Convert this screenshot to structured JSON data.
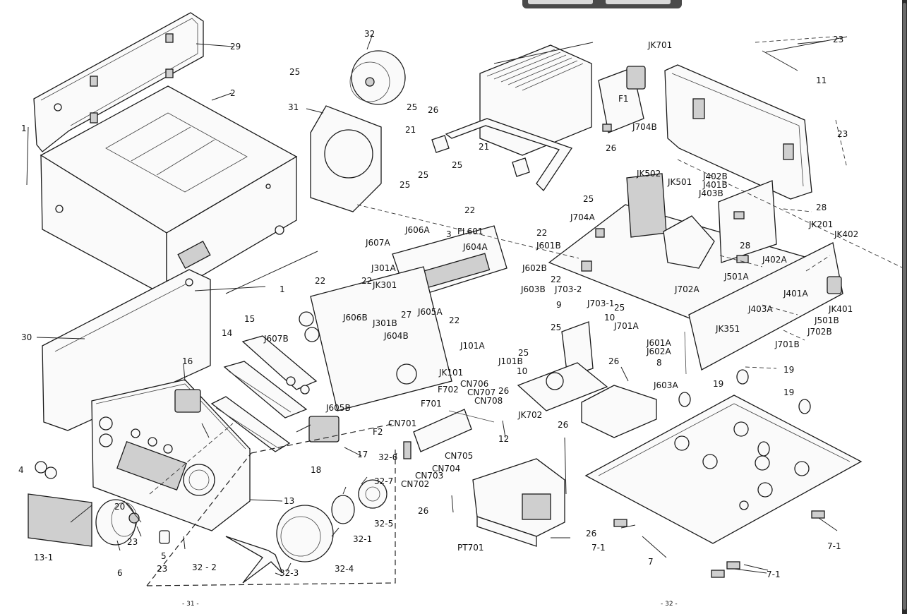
{
  "viewer": {
    "prev_button": "",
    "next_button": ""
  },
  "pages": {
    "left": "- 31 -",
    "right": "- 32 -"
  },
  "labels": {
    "p1": "1",
    "p1b": "1",
    "p2": "2",
    "p3": "3",
    "p4": "4",
    "p5": "5",
    "p6": "6",
    "p7": "7",
    "p7_1a": "7-1",
    "p7_1b": "7-1",
    "p7_1c": "7-1",
    "p8": "8",
    "p9": "9",
    "p10a": "10",
    "p10b": "10",
    "p11": "11",
    "p12": "12",
    "p13": "13",
    "p13_1": "13-1",
    "p14": "14",
    "p15": "15",
    "p16": "16",
    "p17": "17",
    "p18": "18",
    "p19a": "19",
    "p19b": "19",
    "p19c": "19",
    "p20": "20",
    "p21a": "21",
    "p21b": "21",
    "p22a": "22",
    "p22b": "22",
    "p22c": "22",
    "p22d": "22",
    "p22e": "22",
    "p23a": "23",
    "p23b": "23",
    "p23c": "23",
    "p23d": "23",
    "p25a": "25",
    "p25b": "25",
    "p25c": "25",
    "p25d": "25",
    "p25e": "25",
    "p25f": "25",
    "p25g": "25",
    "p25h": "25",
    "p25i": "25",
    "p26a": "26",
    "p26b": "26",
    "p26c": "26",
    "p26d": "26",
    "p26e": "26",
    "p26f": "26",
    "p27": "27",
    "p28a": "28",
    "p28b": "28",
    "p29": "29",
    "p30": "30",
    "p31": "31",
    "p32": "32",
    "p32_1": "32-1",
    "p32_2": "32 - 2",
    "p32_3": "32-3",
    "p32_4": "32-4",
    "p32_5": "32-5",
    "p32_6": "32-6",
    "p32_7": "32-7",
    "F1": "F1",
    "F2": "F2",
    "F701": "F701",
    "F702": "F702",
    "FL601": "FL601",
    "JK701": "JK701",
    "J704B": "J704B",
    "J704A": "J704A",
    "JK502": "JK502",
    "JK501": "JK501",
    "J402B": "J402B",
    "J401B": "J401B",
    "J403B": "J403B",
    "JK201": "JK201",
    "JK402": "JK402",
    "J402A": "J402A",
    "J401A": "J401A",
    "J403A": "J403A",
    "JK401": "JK401",
    "J501B": "J501B",
    "J702B": "J702B",
    "J701B": "J701B",
    "JK351": "JK351",
    "J501A": "J501A",
    "J702A": "J702A",
    "J701A": "J701A",
    "J601A": "J601A",
    "J602A": "J602A",
    "J603A": "J603A",
    "J606A": "J606A",
    "J607A": "J607A",
    "J604A": "J604A",
    "J601B": "J601B",
    "J602B": "J602B",
    "J603B": "J603B",
    "J301A": "J301A",
    "JK301": "JK301",
    "J301B": "J301B",
    "J605A": "J605A",
    "J606B": "J606B",
    "J607B": "J607B",
    "J604B": "J604B",
    "J101A": "J101A",
    "J101B": "J101B",
    "JK101": "JK101",
    "J605B": "J605B",
    "J703_2": "J703-2",
    "J703_1": "J703-1",
    "CN706": "CN706",
    "CN707": "CN707",
    "CN708": "CN708",
    "CN701": "CN701",
    "CN705": "CN705",
    "CN704": "CN704",
    "CN703": "CN703",
    "CN702": "CN702",
    "JK702": "JK702",
    "PT701": "PT701"
  }
}
